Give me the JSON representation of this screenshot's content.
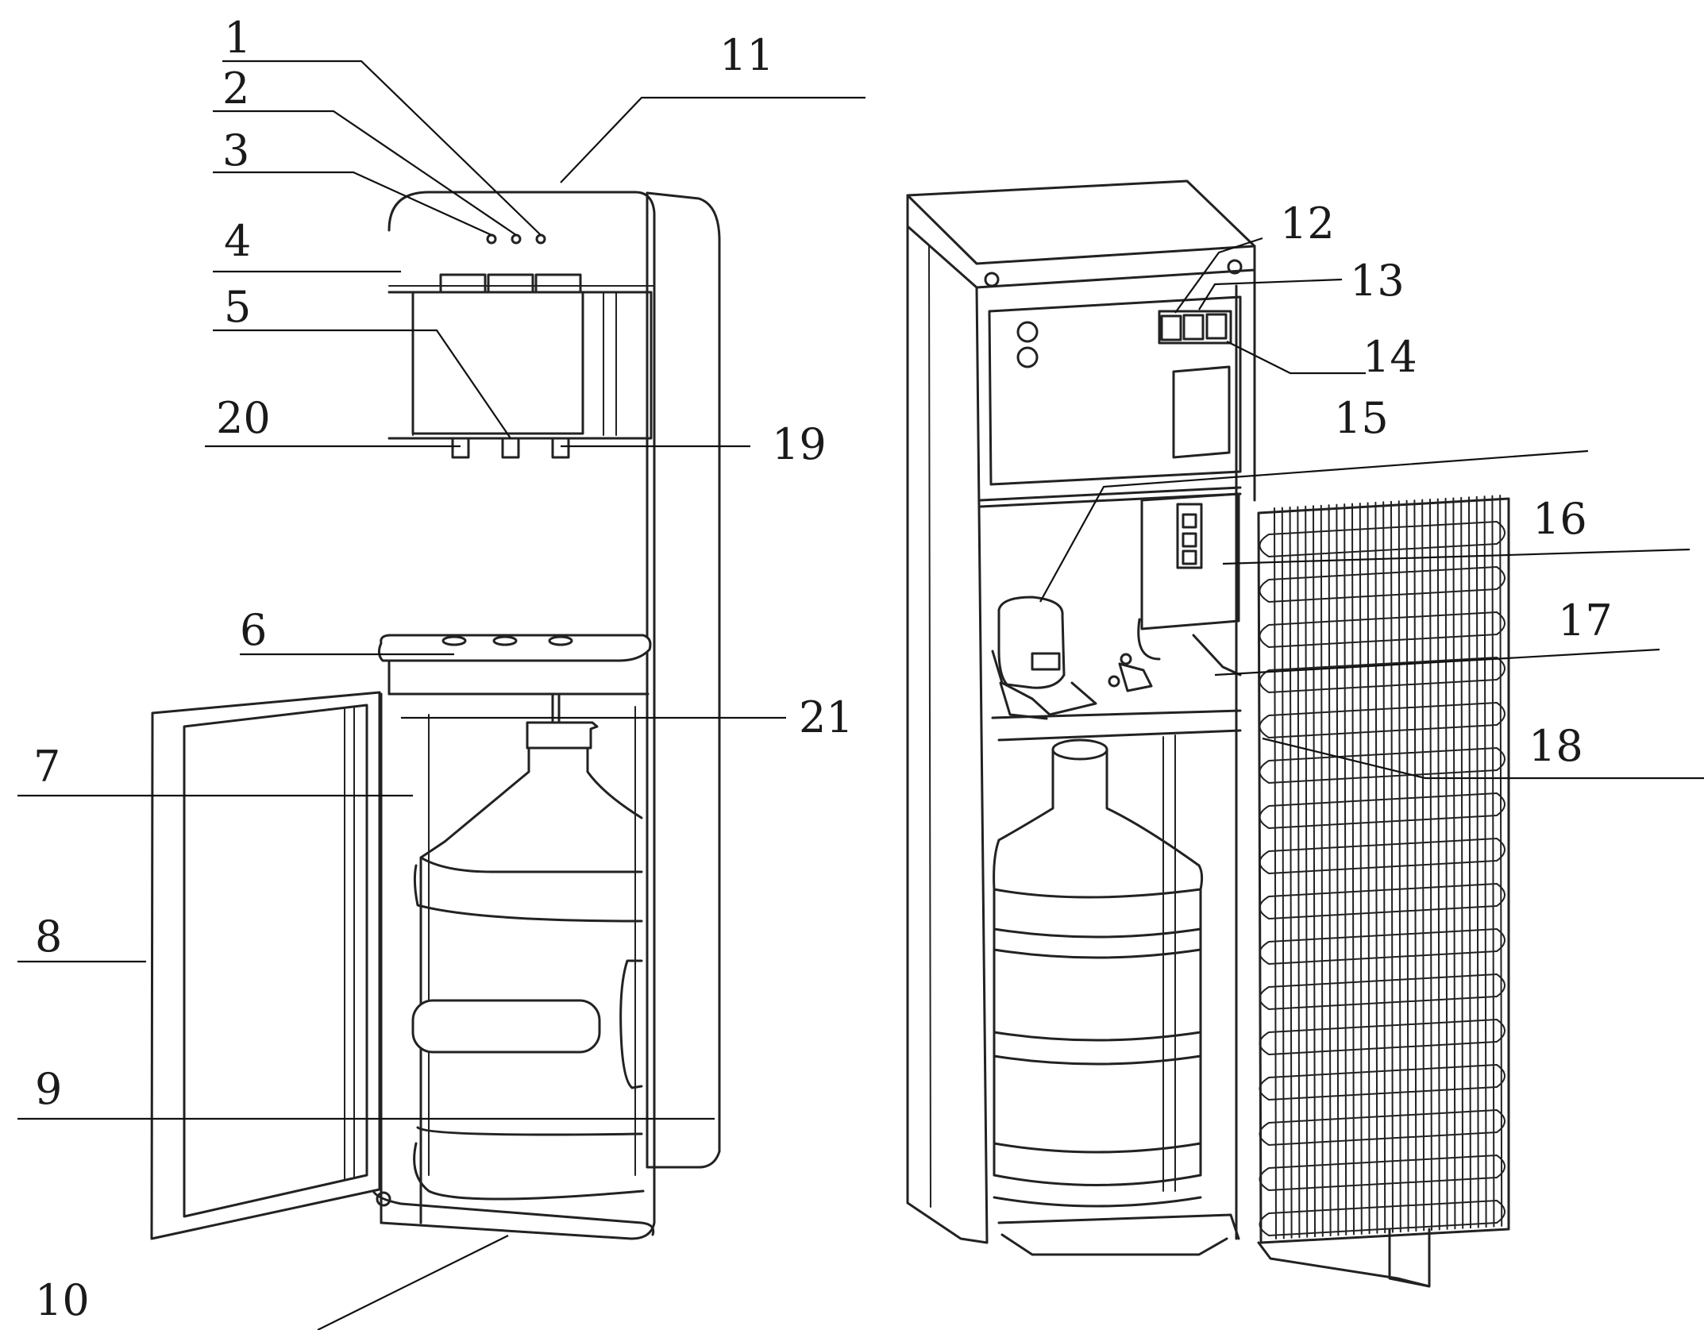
{
  "figure": {
    "callouts": {
      "n1": "1",
      "n2": "2",
      "n3": "3",
      "n4": "4",
      "n5": "5",
      "n6": "6",
      "n7": "7",
      "n8": "8",
      "n9": "9",
      "n10": "10",
      "n11": "11",
      "n12": "12",
      "n13": "13",
      "n14": "14",
      "n15": "15",
      "n16": "16",
      "n17": "17",
      "n18": "18",
      "n19": "19",
      "n20": "20",
      "n21": "21"
    },
    "views": [
      "front-view",
      "rear-view"
    ]
  }
}
